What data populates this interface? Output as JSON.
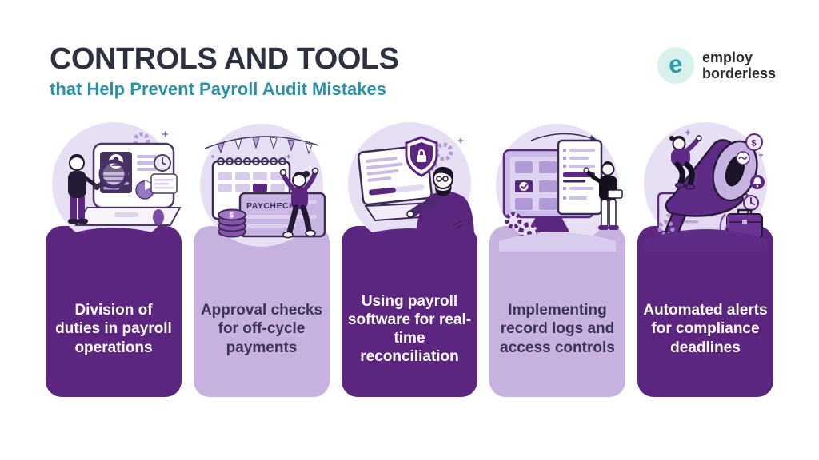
{
  "header": {
    "title": "CONTROLS AND TOOLS",
    "subtitle": "that Help Prevent Payroll Audit Mistakes",
    "title_color": "#2d3142",
    "subtitle_color": "#2b91a5"
  },
  "logo": {
    "icon": "employ-borderless-e-icon",
    "icon_letter": "e",
    "icon_bg": "#d9f1ed",
    "icon_color": "#2e9cab",
    "name_line1": "employ",
    "name_line2": "borderless",
    "text_color": "#2c2c2c"
  },
  "colors": {
    "card_dark": "#5c2680",
    "card_light": "#c6b1df",
    "card_dark_text": "#ffffff",
    "card_light_text": "#3c3355",
    "illustration_circle": "#e7e0f4",
    "background": "#ffffff"
  },
  "illustration_text": {
    "paycheck_label": "PAYCHECK",
    "coin_symbol": "$",
    "money_bubble_symbol": "$"
  },
  "cards": [
    {
      "label": "Division of duties in payroll operations",
      "variant": "dark",
      "illustration": "person-magnifying-glass-laptop"
    },
    {
      "label": "Approval checks for off-cycle payments",
      "variant": "light",
      "illustration": "calendar-paycheck-coins-celebration"
    },
    {
      "label": "Using payroll software for real-time reconciliation",
      "variant": "dark",
      "illustration": "man-laptop-security-shield"
    },
    {
      "label": "Implementing record logs and access controls",
      "variant": "light",
      "illustration": "monitor-folders-record-document"
    },
    {
      "label": "Automated alerts for compliance deadlines",
      "variant": "dark",
      "illustration": "person-megaphone-alert-bubbles"
    }
  ]
}
